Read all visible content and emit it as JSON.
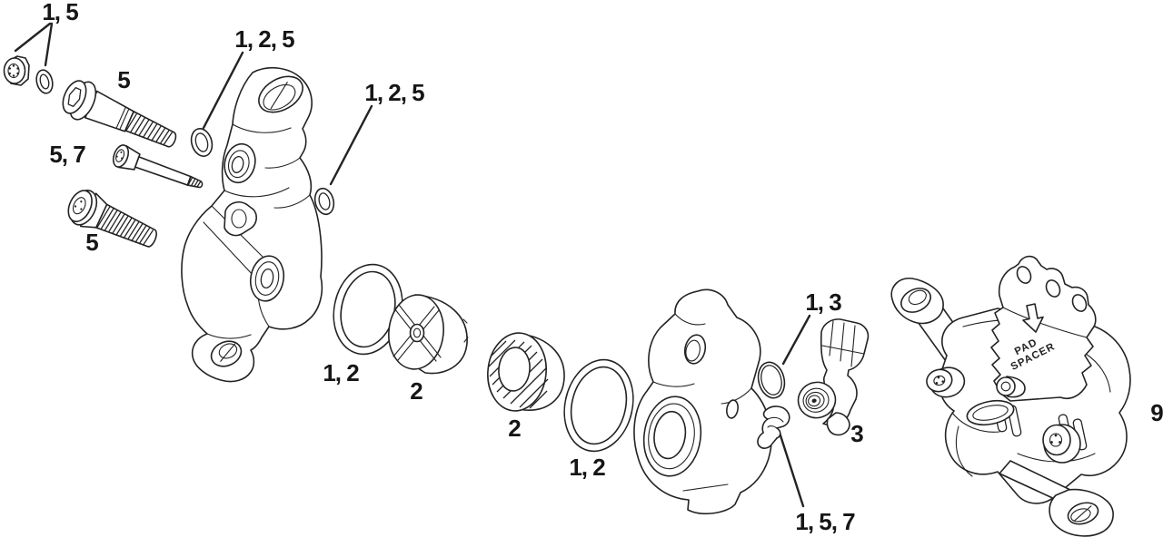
{
  "diagram": {
    "type": "exploded-parts-diagram",
    "subject": "Hydraulic disc brake caliper exploded view",
    "background_color": "#ffffff",
    "line_color": "#232323",
    "label_color": "#161616",
    "callouts": [
      {
        "id": "nut-and-washer",
        "text": "1, 5"
      },
      {
        "id": "mount-bolt-upper",
        "text": "5"
      },
      {
        "id": "crush-washer-upper",
        "text": "1, 2, 5"
      },
      {
        "id": "o-ring-small",
        "text": "1, 2, 5"
      },
      {
        "id": "pin-bolt",
        "text": "5, 7"
      },
      {
        "id": "mount-bolt-lower",
        "text": "5"
      },
      {
        "id": "piston-o-ring-left",
        "text": "1, 2"
      },
      {
        "id": "piston-left",
        "text": "2"
      },
      {
        "id": "piston-seal-ring",
        "text": "2"
      },
      {
        "id": "piston-o-ring-right",
        "text": "1, 2"
      },
      {
        "id": "bleed-o-ring",
        "text": "1, 3"
      },
      {
        "id": "bleed-fitting",
        "text": "3"
      },
      {
        "id": "retaining-clip",
        "text": "1, 5, 7"
      },
      {
        "id": "caliper-assembly",
        "text": "9"
      }
    ],
    "pad_spacer": {
      "line1": "PAD",
      "line2": "SPACER"
    }
  }
}
